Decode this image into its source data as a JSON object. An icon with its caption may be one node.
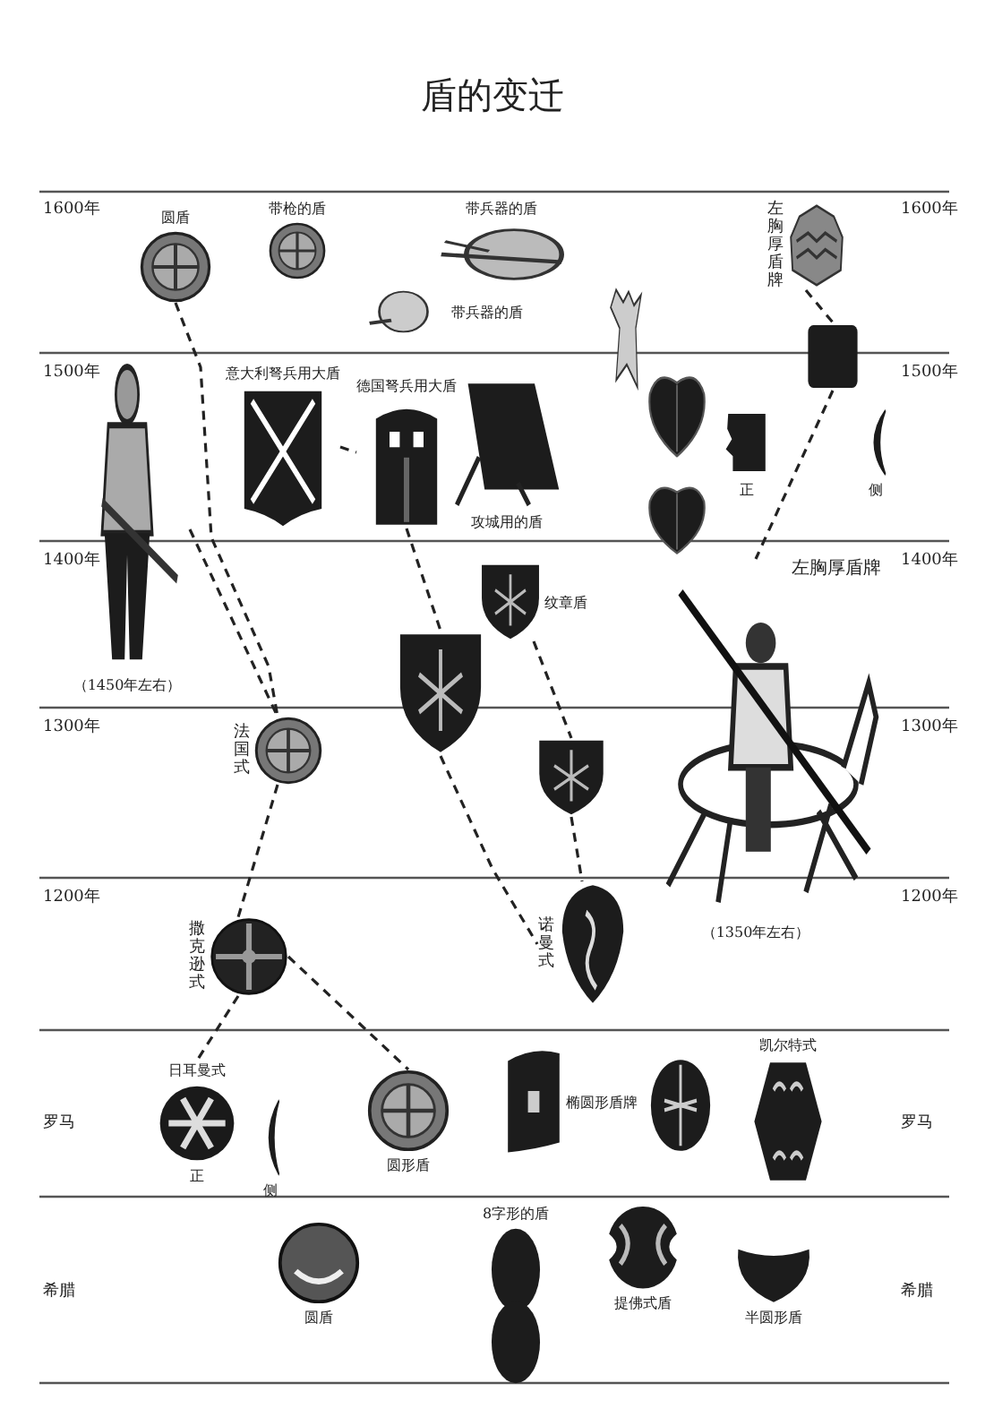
{
  "diagram": {
    "title": "盾的变迁",
    "nodes": [
      {
        "text": [
          "圆盾"
        ]
      },
      {
        "text": [
          "带枪的盾"
        ]
      },
      {
        "text": [
          "带兵器的盾"
        ]
      },
      {
        "text": [
          "左胸厚盾牌"
        ]
      },
      {
        "text": [
          "带兵器的盾"
        ]
      },
      {
        "text": [],
        "shape": "picture"
      },
      {
        "text": [],
        "shape": "picture",
        "beside": [
          "（1450年左右）"
        ]
      },
      {
        "text": [
          "意大利弩兵用大盾"
        ]
      },
      {
        "text": [
          "德国弩兵用大盾"
        ]
      },
      {
        "text": [
          "攻城用的盾"
        ]
      },
      {
        "text": [],
        "shape": "picture"
      },
      {
        "text": [],
        "shape": "box"
      },
      {
        "text": [
          "正"
        ]
      },
      {
        "text": [
          "侧"
        ]
      },
      {
        "text": [],
        "shape": "picture"
      },
      {
        "text": [
          "纹章盾"
        ]
      },
      {
        "text": [],
        "shape": "picture",
        "beside": [
          "左胸厚盾牌",
          "（1350年左右）"
        ]
      },
      {
        "text": [],
        "shape": "picture"
      },
      {
        "text": [
          "法国式"
        ]
      },
      {
        "text": [],
        "shape": "picture"
      },
      {
        "text": [
          "撒克逊式"
        ]
      },
      {
        "text": [
          "诺曼式"
        ]
      },
      {
        "text": [
          "日耳曼式",
          "正"
        ]
      },
      {
        "text": [
          "侧"
        ]
      },
      {
        "text": [
          "圆形盾"
        ]
      },
      {
        "text": [
          "椭圆形盾牌"
        ]
      },
      {
        "text": [],
        "shape": "picture"
      },
      {
        "text": [
          "凯尔特式"
        ]
      },
      {
        "text": [
          "圆盾"
        ]
      },
      {
        "text": [
          "8字形的盾"
        ]
      },
      {
        "text": [
          "提佛式盾"
        ]
      },
      {
        "text": [
          "半圆形盾"
        ]
      }
    ],
    "edges": [
      {
        "from": 0,
        "to": 18,
        "arrow": "none",
        "style": "dashed"
      },
      {
        "from": 6,
        "to": 18,
        "arrow": "none",
        "style": "dashed"
      },
      {
        "from": 7,
        "to": 8,
        "arrow": "none",
        "style": "dashed"
      },
      {
        "from": 8,
        "to": 17,
        "arrow": "none",
        "style": "dashed"
      },
      {
        "from": 17,
        "to": 21,
        "arrow": "none",
        "style": "dashed"
      },
      {
        "from": 15,
        "to": 19,
        "arrow": "none",
        "style": "dashed"
      },
      {
        "from": 19,
        "to": 21,
        "arrow": "none",
        "style": "dashed"
      },
      {
        "from": 3,
        "to": 11,
        "arrow": "none",
        "style": "dashed"
      },
      {
        "from": 11,
        "to": 16,
        "arrow": "none",
        "style": "dashed"
      },
      {
        "from": 18,
        "to": 20,
        "arrow": "none",
        "style": "dashed"
      },
      {
        "from": 20,
        "to": 22,
        "arrow": "none",
        "style": "dashed"
      },
      {
        "from": 20,
        "to": 24,
        "arrow": "none",
        "style": "dashed"
      }
    ],
    "labels": [
      "1600年",
      "1600年",
      "1500年",
      "1500年",
      "1400年",
      "1400年",
      "1300年",
      "1300年",
      "1200年",
      "1200年",
      "罗马",
      "罗马",
      "希腊",
      "希腊"
    ]
  }
}
